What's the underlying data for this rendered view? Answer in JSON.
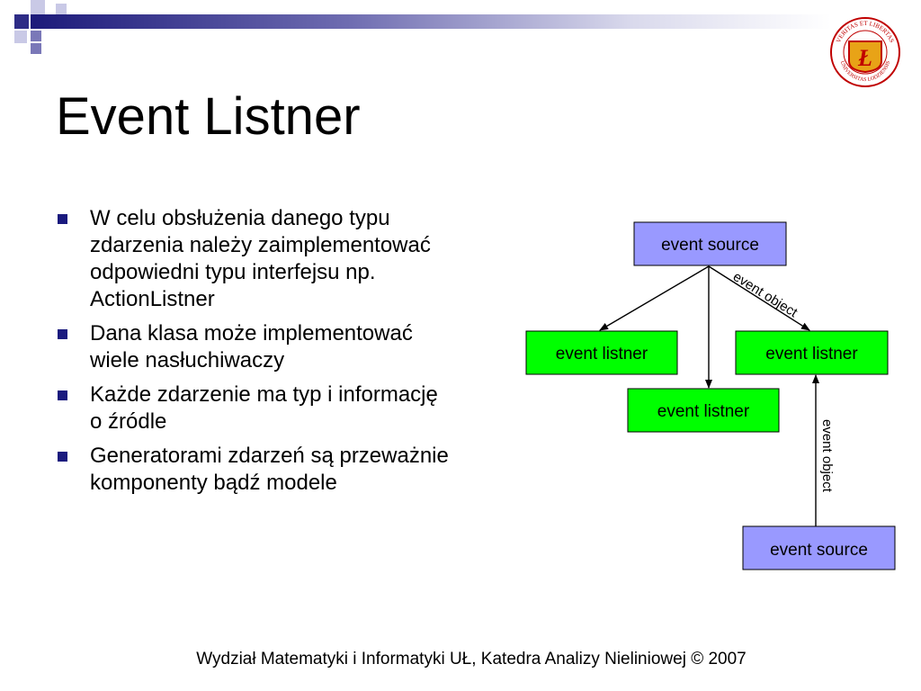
{
  "slide": {
    "title": "Event Listner",
    "bullets": [
      "W celu obsłużenia danego typu zdarzenia należy zaimplementować odpowiedni typu interfejsu np. ActionListner",
      "Dana klasa może implementować wiele nasłuchiwaczy",
      "Każde zdarzenie ma typ i informację o źródle",
      "Generatorami zdarzeń są przeważnie komponenty bądź modele"
    ],
    "footer": "Wydział Matematyki i Informatyki UŁ, Katedra Analizy Nieliniowej © 2007"
  },
  "logo": {
    "text_top": "VERITAS ET LIBERTAS",
    "text_bottom": "UNIVERSITAS LODZIENSIS",
    "letter": "Ł"
  },
  "diagram": {
    "nodes": {
      "source_top": "event source",
      "listener_left": "event listner",
      "listener_right": "event listner",
      "listener_center": "event listner",
      "source_bottom": "event source"
    },
    "edge_labels": {
      "top_right": "event object",
      "bottom_vertical": "event object"
    }
  },
  "colors": {
    "header_navy": "#2e2c86",
    "source_box": "#9999ff",
    "listener_box": "#00ff00",
    "bullet": "#1a1a7e"
  }
}
